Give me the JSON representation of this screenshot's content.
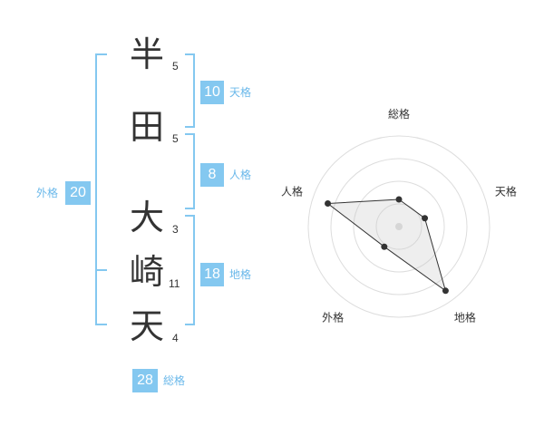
{
  "name": {
    "characters": [
      {
        "char": "半",
        "strokes": "5"
      },
      {
        "char": "田",
        "strokes": "5"
      },
      {
        "char": "大",
        "strokes": "3"
      },
      {
        "char": "崎",
        "strokes": "11"
      },
      {
        "char": "天",
        "strokes": "4"
      }
    ]
  },
  "kakusu": {
    "tenkaku": {
      "value": "10",
      "label": "天格"
    },
    "jinkaku": {
      "value": "8",
      "label": "人格"
    },
    "chikaku": {
      "value": "18",
      "label": "地格"
    },
    "gaikaku": {
      "value": "20",
      "label": "外格"
    },
    "soukaku": {
      "value": "28",
      "label": "総格"
    }
  },
  "colors": {
    "accent": "#84c8f0",
    "accent_text": "#6ab8ea",
    "text": "#333333"
  },
  "chart_data": {
    "type": "radar",
    "axes": [
      "総格",
      "天格",
      "地格",
      "外格",
      "人格"
    ],
    "values": [
      1.2,
      1.2,
      3.5,
      1.1,
      3.3
    ],
    "range": [
      0,
      4
    ],
    "grid": true
  }
}
